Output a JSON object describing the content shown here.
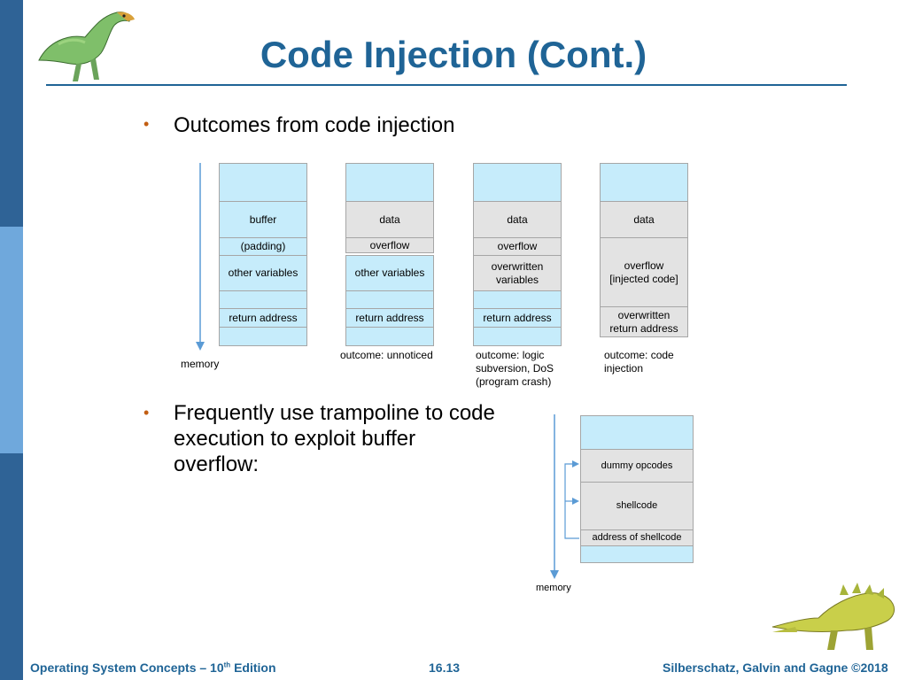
{
  "slide": {
    "title": "Code Injection (Cont.)",
    "bullets": [
      {
        "line1": "Outcomes from code injection"
      },
      {
        "line1": "Frequently use trampoline to code",
        "line2": "execution to exploit buffer",
        "line3": "overflow:"
      }
    ]
  },
  "diagram1": {
    "memory_label": "memory",
    "columns": [
      {
        "cells": [
          "",
          "buffer",
          "(padding)",
          "other variables",
          "",
          "return address",
          ""
        ],
        "caption": []
      },
      {
        "cells": [
          "",
          "data",
          "overflow",
          "other variables",
          "",
          "return address",
          ""
        ],
        "caption": [
          "outcome: unnoticed"
        ]
      },
      {
        "cells": [
          "",
          "data",
          "overflow",
          "overwritten",
          "variables",
          "",
          "return address",
          ""
        ],
        "caption": [
          "outcome: logic",
          "subversion, DoS",
          "(program crash)"
        ]
      },
      {
        "cells": [
          "",
          "data",
          "overflow",
          "[injected code]",
          "overwritten",
          "return address"
        ],
        "caption": [
          "outcome: code",
          "injection"
        ]
      }
    ]
  },
  "diagram2": {
    "memory_label": "memory",
    "cells": [
      "",
      "dummy opcodes",
      "shellcode",
      "address of shellcode",
      ""
    ]
  },
  "footer": {
    "left_main": "Operating System Concepts – 10",
    "left_sup": "th",
    "left_end": " Edition",
    "center": "16.13",
    "right": "Silberschatz, Galvin and Gagne ©2018"
  },
  "colors": {
    "title": "#1f6496",
    "sidebar": "#2f6396",
    "sidebar_light": "#6fa8dc",
    "bullet": "#c25e12",
    "cell_blue": "#c6ecfb",
    "cell_gray": "#e3e3e3",
    "arrow": "#5b9bd5"
  }
}
